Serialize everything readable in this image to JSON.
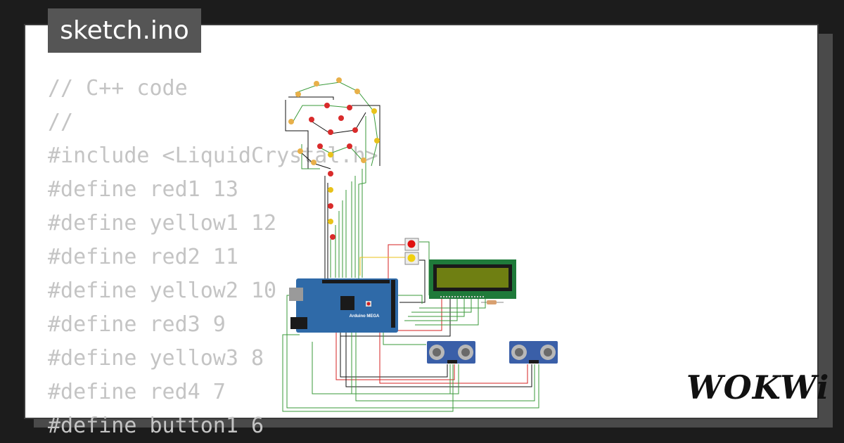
{
  "title": "sketch.ino",
  "code_lines": [
    "// C++ code",
    "//",
    "#include <LiquidCrystal.h>",
    "#define red1 13",
    "#define yellow1 12",
    "#define red2 11",
    "#define yellow2 10",
    "#define red3 9",
    "#define yellow3 8",
    "#define red4 7",
    "#define button1 6"
  ],
  "board": {
    "label": "Arduino MEGA"
  },
  "logo": "WOKWi",
  "colors": {
    "background": "#1c1c1c",
    "card": "#ffffff",
    "tab": "#555555",
    "code_text": "#c4c4c4",
    "board": "#2f6aa8",
    "lcd_pcb": "#1f7a3a",
    "lcd_screen": "#6f7f12",
    "sensor": "#3a5fa8",
    "led_red": "#d92b2b",
    "led_yellow": "#e8c21a",
    "wire_green": "#3a9a3a",
    "wire_red": "#d42020",
    "wire_black": "#111111"
  }
}
